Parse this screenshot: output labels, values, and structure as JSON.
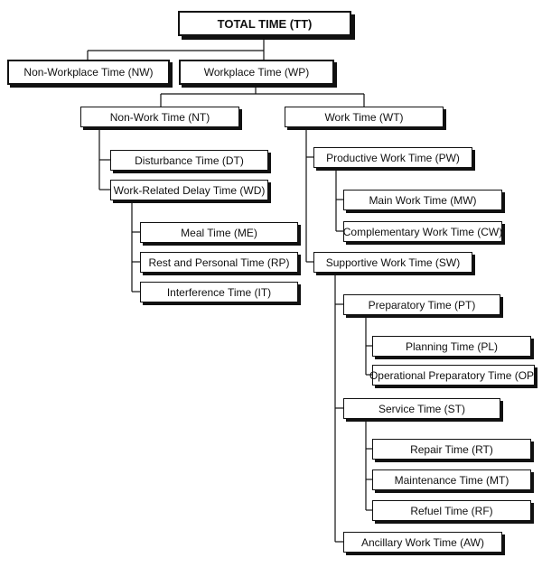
{
  "diagram": {
    "total": "TOTAL TIME (TT)",
    "non_workplace": "Non-Workplace Time (NW)",
    "workplace": "Workplace Time (WP)",
    "non_work": "Non-Work Time (NT)",
    "work": "Work Time (WT)",
    "disturbance": "Disturbance Time (DT)",
    "work_related_delay": "Work-Related Delay Time (WD)",
    "meal": "Meal Time (ME)",
    "rest_personal": "Rest and Personal Time (RP)",
    "interference": "Interference Time (IT)",
    "productive": "Productive Work Time (PW)",
    "main_work": "Main Work Time (MW)",
    "complementary": "Complementary Work Time (CW)",
    "supportive": "Supportive Work Time (SW)",
    "preparatory": "Preparatory Time (PT)",
    "planning": "Planning Time (PL)",
    "operational_preparatory": "Operational Preparatory Time (OP)",
    "service": "Service Time (ST)",
    "repair": "Repair Time (RT)",
    "maintenance": "Maintenance Time (MT)",
    "refuel": "Refuel Time (RF)",
    "ancillary": "Ancillary Work Time (AW)"
  }
}
